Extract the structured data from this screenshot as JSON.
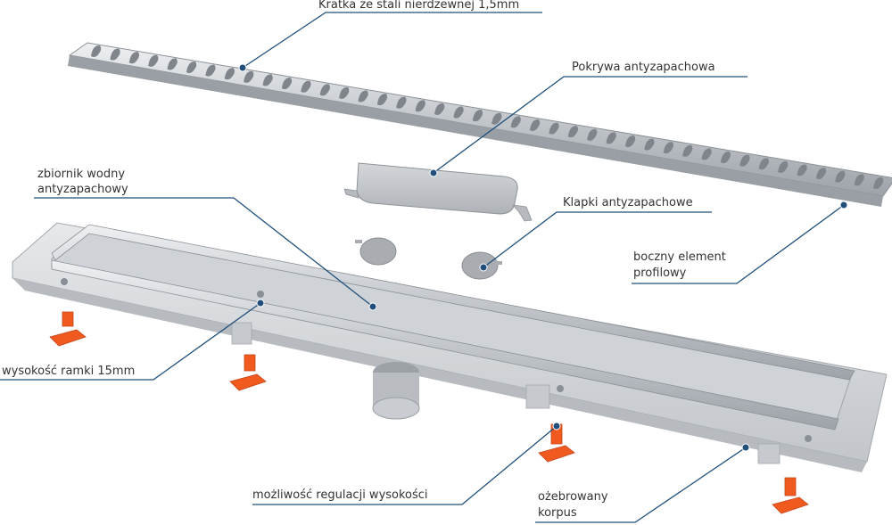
{
  "colors": {
    "leader": "#1f4f7a",
    "steel": "#c8ccd1",
    "housing": "#d9dce0",
    "feet": "#f05a1e",
    "text": "#333333"
  },
  "labels": {
    "kratka": "Kratka ze stali nierdzewnej 1,5mm",
    "pokrywa": "Pokrywa antyzapachowa",
    "zbiornik": [
      "zbiornik wodny",
      "antyzapachowy"
    ],
    "klapki": "Klapki antyzapachowe",
    "boczny": [
      "boczny element",
      "profilowy"
    ],
    "wysokosc": "wysokość ramki 15mm",
    "regulacja": "możliwość regulacji wysokości",
    "korpus": [
      "ożebrowany",
      "korpus"
    ]
  }
}
